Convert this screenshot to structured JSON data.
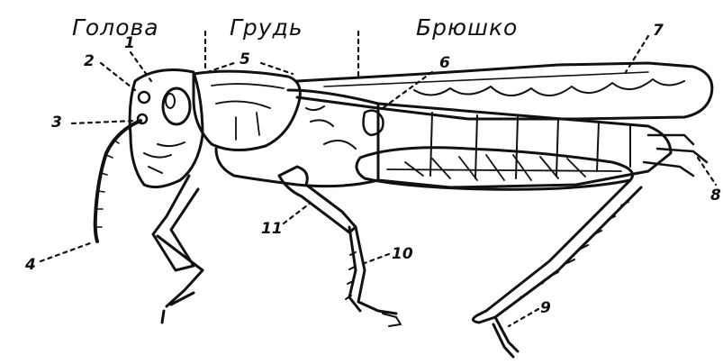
{
  "regions": {
    "head": "Голова",
    "thorax": "Грудь",
    "abdomen": "Брюшко"
  },
  "callouts": {
    "n1": "1",
    "n2": "2",
    "n3": "3",
    "n4": "4",
    "n5": "5",
    "n6": "6",
    "n7": "7",
    "n8": "8",
    "n9": "9",
    "n10": "10",
    "n11": "11"
  },
  "colors": {
    "ink": "#111111",
    "paper": "#ffffff"
  }
}
